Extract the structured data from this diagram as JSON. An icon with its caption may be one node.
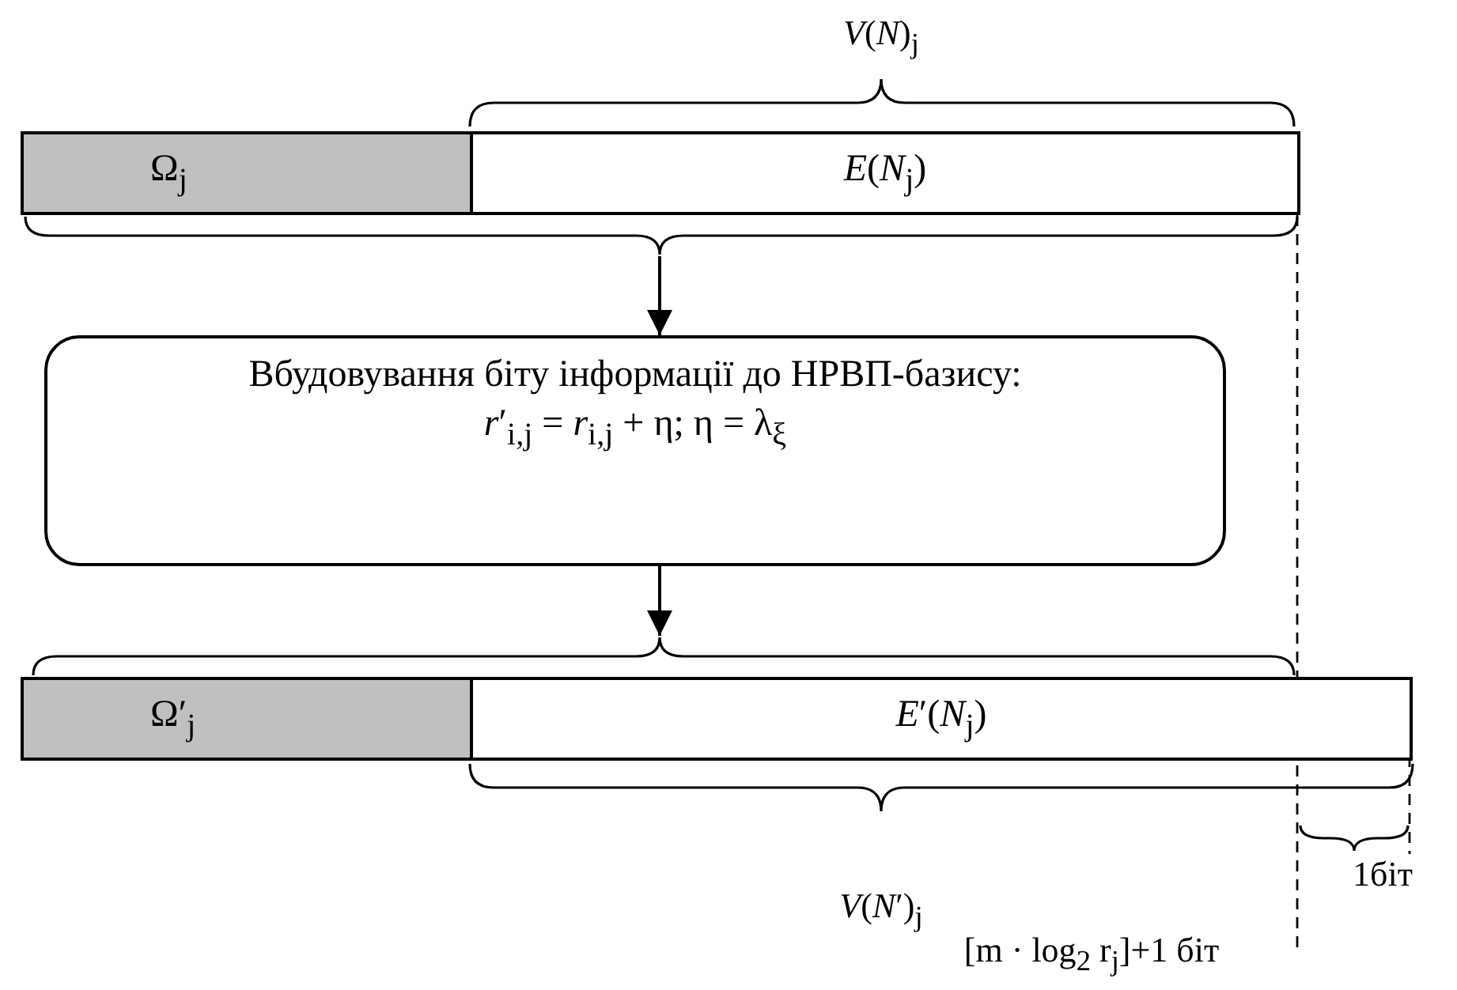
{
  "diagram": {
    "nodes": [
      {
        "text": [
          "Ω$_{j}$"
        ]
      },
      {
        "text": [
          "*E*(*N*$_{j}$)"
        ]
      },
      {
        "text": [],
        "shape": "brace"
      },
      {
        "text": [
          "Вбудовування біту інформації до НРВП-базису:",
          "*r*′$_{i,j}$ = *r*$_{i,j}$ + η;   η = λ$_{ξ}$"
        ]
      },
      {
        "text": [],
        "shape": "brace"
      },
      {
        "text": [
          "Ω′$_{j}$"
        ]
      },
      {
        "text": [
          "*E*′(*N*$_{j}$)"
        ]
      }
    ],
    "edges": [
      {
        "from": 2,
        "to": 3,
        "arrow": "to"
      },
      {
        "from": 3,
        "to": 4,
        "arrow": "to"
      }
    ],
    "labels": [
      "*V*(*N*)$_{j}$",
      "*V*(*N*′)$_{j}$",
      "1біт",
      "[m · log$_{2}$ r$_{j}$]+1 біт"
    ]
  }
}
